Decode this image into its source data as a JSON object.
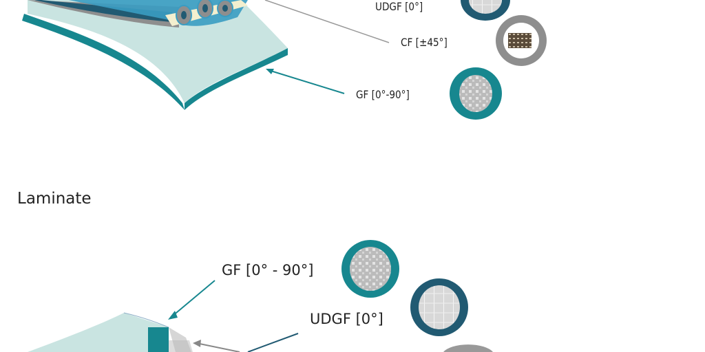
{
  "top_diagram": {
    "labels": {
      "udgf": "UDGF [0°]",
      "cf": "CF [±45°]",
      "gf": "GF [0°-90°]"
    }
  },
  "bottom_diagram": {
    "title": "Laminate",
    "labels": {
      "gf": "GF [0° - 90°]",
      "udgf": "UDGF [0°]"
    }
  },
  "colors": {
    "teal": "#17878f",
    "dark_blue": "#215a72",
    "gray": "#8e8e8e",
    "light_teal": "#c9e4e1",
    "blue": "#3a9cc2"
  }
}
